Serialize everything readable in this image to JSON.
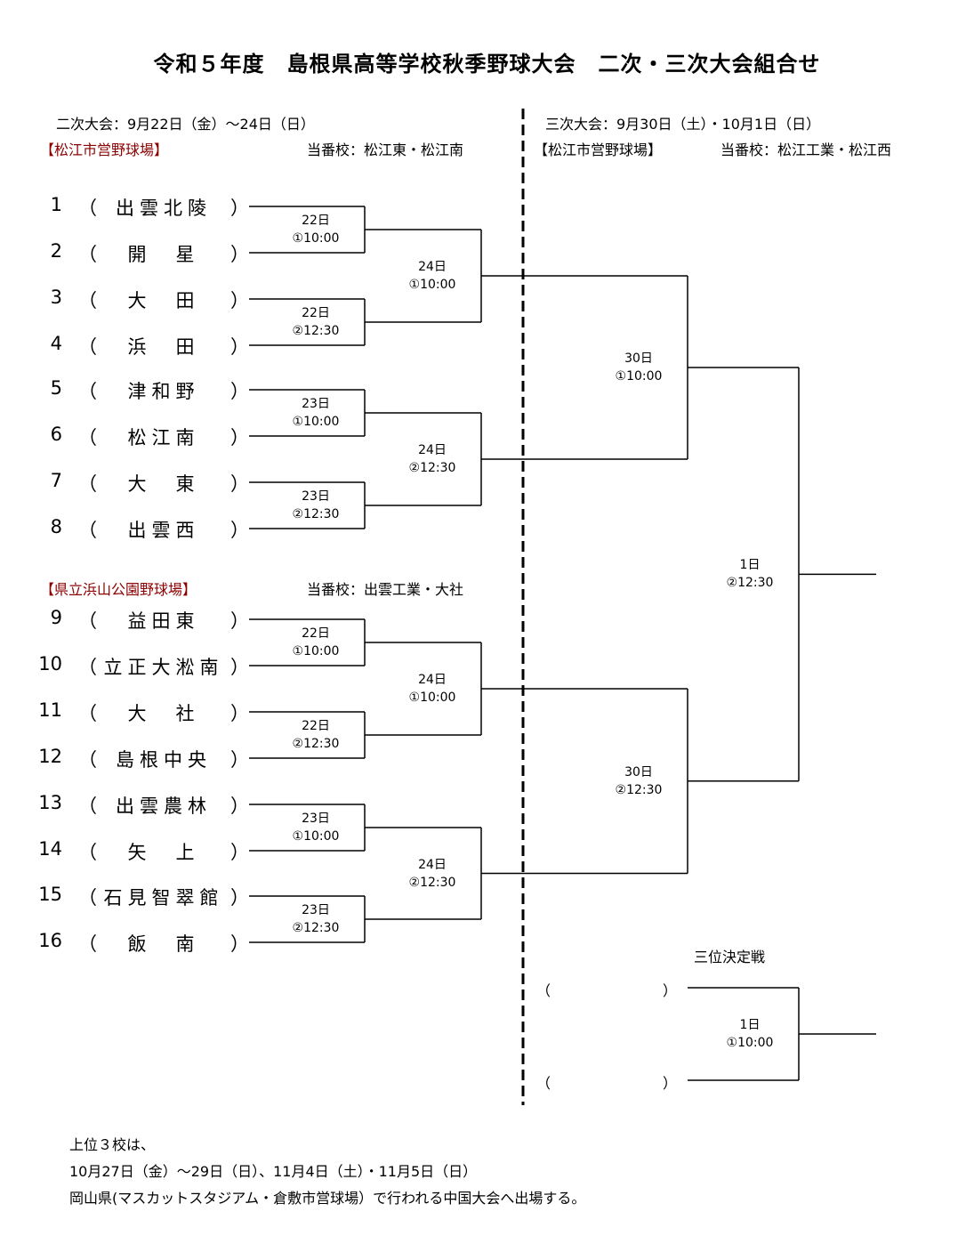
{
  "title": "令和５年度　島根県高等学校秋季野球大会　二次・三次大会組合せ",
  "second_round": {
    "header": "二次大会：9月22日（金）～24日（日）",
    "venue_a": "【松江市営野球場】",
    "duty_a": "当番校：松江東・松江南",
    "venue_b": "【県立浜山公園野球場】",
    "duty_b": "当番校：出雲工業・大社"
  },
  "third_round": {
    "header": "三次大会：9月30日（土）・10月1日（日）",
    "venue": "【松江市営野球場】",
    "duty": "当番校：松江工業・松江西"
  },
  "teams": [
    {
      "num": "1",
      "name": "出雲北陵"
    },
    {
      "num": "2",
      "name": "開　星"
    },
    {
      "num": "3",
      "name": "大　田"
    },
    {
      "num": "4",
      "name": "浜　田"
    },
    {
      "num": "5",
      "name": "津和野"
    },
    {
      "num": "6",
      "name": "松江南"
    },
    {
      "num": "7",
      "name": "大　東"
    },
    {
      "num": "8",
      "name": "出雲西"
    },
    {
      "num": "9",
      "name": "益田東"
    },
    {
      "num": "10",
      "name": "立正大淞南"
    },
    {
      "num": "11",
      "name": "大　社"
    },
    {
      "num": "12",
      "name": "島根中央"
    },
    {
      "num": "13",
      "name": "出雲農林"
    },
    {
      "num": "14",
      "name": "矢　上"
    },
    {
      "num": "15",
      "name": "石見智翠館"
    },
    {
      "num": "16",
      "name": "飯　南"
    }
  ],
  "schedule": {
    "r1": [
      {
        "day": "22日",
        "slot": "①10:00"
      },
      {
        "day": "22日",
        "slot": "②12:30"
      },
      {
        "day": "23日",
        "slot": "①10:00"
      },
      {
        "day": "23日",
        "slot": "②12:30"
      },
      {
        "day": "22日",
        "slot": "①10:00"
      },
      {
        "day": "22日",
        "slot": "②12:30"
      },
      {
        "day": "23日",
        "slot": "①10:00"
      },
      {
        "day": "23日",
        "slot": "②12:30"
      }
    ],
    "r2": [
      {
        "day": "24日",
        "slot": "①10:00"
      },
      {
        "day": "24日",
        "slot": "②12:30"
      },
      {
        "day": "24日",
        "slot": "①10:00"
      },
      {
        "day": "24日",
        "slot": "②12:30"
      }
    ],
    "semi": [
      {
        "day": "30日",
        "slot": "①10:00"
      },
      {
        "day": "30日",
        "slot": "②12:30"
      }
    ],
    "final": {
      "day": "1日",
      "slot": "②12:30"
    },
    "third_place": {
      "label": "三位決定戦",
      "day": "1日",
      "slot": "①10:00"
    }
  },
  "third_place_slots": [
    "（",
    "）"
  ],
  "notes": [
    "上位３校は、",
    "10月27日（金）～29日（日）、11月4日（土）・11月5日（日）",
    "岡山県(マスカットスタジアム・倉敷市営球場）で行われる中国大会へ出場する。"
  ]
}
